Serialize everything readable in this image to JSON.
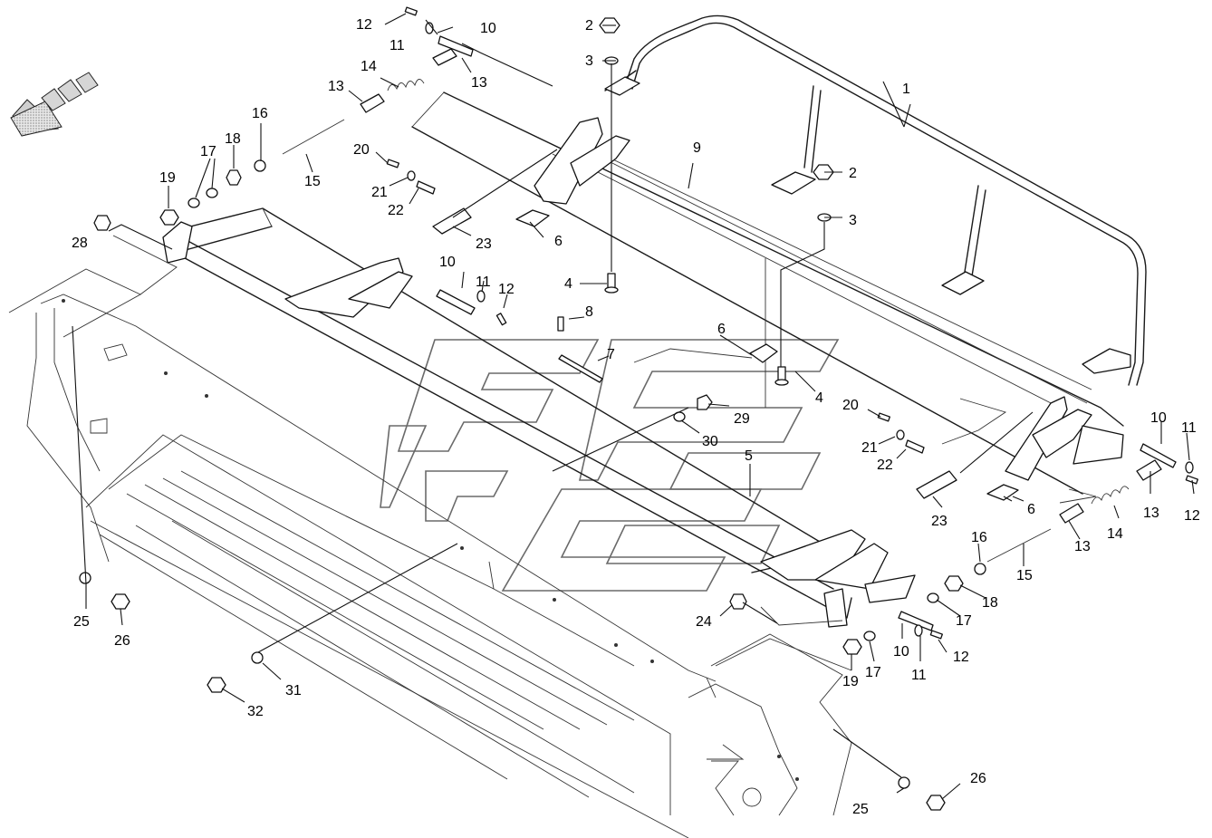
{
  "diagram": {
    "callouts": [
      {
        "id": "c1",
        "text": "1"
      },
      {
        "id": "c2a",
        "text": "2"
      },
      {
        "id": "c2b",
        "text": "2"
      },
      {
        "id": "c3a",
        "text": "3"
      },
      {
        "id": "c3b",
        "text": "3"
      },
      {
        "id": "c4a",
        "text": "4"
      },
      {
        "id": "c4b",
        "text": "4"
      },
      {
        "id": "c5",
        "text": "5"
      },
      {
        "id": "c6a",
        "text": "6"
      },
      {
        "id": "c6b",
        "text": "6"
      },
      {
        "id": "c6c",
        "text": "6"
      },
      {
        "id": "c7",
        "text": "7"
      },
      {
        "id": "c8",
        "text": "8"
      },
      {
        "id": "c9",
        "text": "9"
      },
      {
        "id": "c10a",
        "text": "10"
      },
      {
        "id": "c10b",
        "text": "10"
      },
      {
        "id": "c10c",
        "text": "10"
      },
      {
        "id": "c10d",
        "text": "10"
      },
      {
        "id": "c11a",
        "text": "11"
      },
      {
        "id": "c11b",
        "text": "11"
      },
      {
        "id": "c11c",
        "text": "11"
      },
      {
        "id": "c11d",
        "text": "11"
      },
      {
        "id": "c12a",
        "text": "12"
      },
      {
        "id": "c12b",
        "text": "12"
      },
      {
        "id": "c12c",
        "text": "12"
      },
      {
        "id": "c12d",
        "text": "12"
      },
      {
        "id": "c13a",
        "text": "13"
      },
      {
        "id": "c13b",
        "text": "13"
      },
      {
        "id": "c13c",
        "text": "13"
      },
      {
        "id": "c13d",
        "text": "13"
      },
      {
        "id": "c14a",
        "text": "14"
      },
      {
        "id": "c14b",
        "text": "14"
      },
      {
        "id": "c15a",
        "text": "15"
      },
      {
        "id": "c15b",
        "text": "15"
      },
      {
        "id": "c16a",
        "text": "16"
      },
      {
        "id": "c16b",
        "text": "16"
      },
      {
        "id": "c17a",
        "text": "17"
      },
      {
        "id": "c17b",
        "text": "17"
      },
      {
        "id": "c17c",
        "text": "17"
      },
      {
        "id": "c18a",
        "text": "18"
      },
      {
        "id": "c18b",
        "text": "18"
      },
      {
        "id": "c19a",
        "text": "19"
      },
      {
        "id": "c19b",
        "text": "19"
      },
      {
        "id": "c20a",
        "text": "20"
      },
      {
        "id": "c20b",
        "text": "20"
      },
      {
        "id": "c21a",
        "text": "21"
      },
      {
        "id": "c21b",
        "text": "21"
      },
      {
        "id": "c22a",
        "text": "22"
      },
      {
        "id": "c22b",
        "text": "22"
      },
      {
        "id": "c23a",
        "text": "23"
      },
      {
        "id": "c23b",
        "text": "23"
      },
      {
        "id": "c24",
        "text": "24"
      },
      {
        "id": "c25a",
        "text": "25"
      },
      {
        "id": "c25b",
        "text": "25"
      },
      {
        "id": "c26a",
        "text": "26"
      },
      {
        "id": "c26b",
        "text": "26"
      },
      {
        "id": "c28",
        "text": "28"
      },
      {
        "id": "c29",
        "text": "29"
      },
      {
        "id": "c30",
        "text": "30"
      },
      {
        "id": "c31",
        "text": "31"
      },
      {
        "id": "c32",
        "text": "32"
      }
    ]
  }
}
